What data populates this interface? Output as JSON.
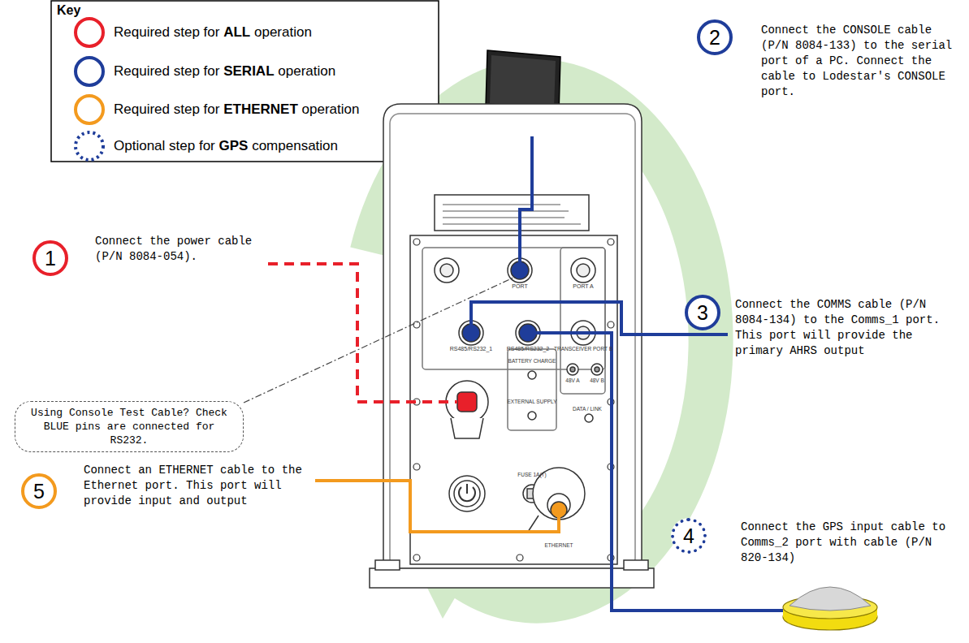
{
  "diagram": {
    "nodes": [
      {
        "text": [
          "1"
        ]
      },
      {
        "text": [
          "2"
        ]
      },
      {
        "text": [
          "3"
        ]
      },
      {
        "text": [
          "4"
        ]
      },
      {
        "text": [
          "5"
        ]
      },
      {
        "text": [
          "Using Console Test Cable? Check BLUE pins are connected for RS232."
        ]
      }
    ],
    "labels": [
      "Key",
      "Connect the power cable (P/N 8084-054).",
      "Connect the CONSOLE cable (P/N 8084-133) to the serial port of a PC. Connect the cable to Lodestar's CONSOLE port.",
      "Connect the COMMS cable (P/N 8084-134) to the Comms_1 port. This port will provide the primary AHRS output",
      "Connect the GPS input cable to Comms_2 port with cable (P/N 820-134)",
      "Connect an ETHERNET cable to the Ethernet port. This port will provide input and output",
      "PORT",
      "PORT A",
      "RS485/RS232_1",
      "RS485/RS232_2",
      "TRANSCEIVER PORT B",
      "48V A",
      "48V B",
      "BATTERY CHARGE",
      "EXTERNAL SUPPLY",
      "DATA / LINK",
      "FUSE 1A(T)",
      "ETHERNET"
    ],
    "legend": [
      {
        "text": "Required step for ALL operation"
      },
      {
        "text": "Required step for SERIAL operation"
      },
      {
        "text": "Required step for ETHERNET operation"
      },
      {
        "text": "Optional step for GPS compensation"
      }
    ]
  }
}
